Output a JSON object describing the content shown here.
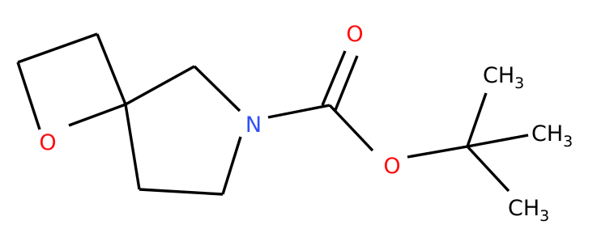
{
  "molecule": {
    "atoms": {
      "ring_oxygen": "O",
      "nitrogen": "N",
      "carbonyl_oxygen": "O",
      "ester_oxygen": "O",
      "methyl_1": "CH",
      "methyl_2": "CH",
      "methyl_3": "CH",
      "methyl_subscript": "3"
    },
    "colors": {
      "oxygen": "#ff0d0d",
      "nitrogen": "#3050f8",
      "carbon": "#000000",
      "bond": "#000000"
    }
  }
}
